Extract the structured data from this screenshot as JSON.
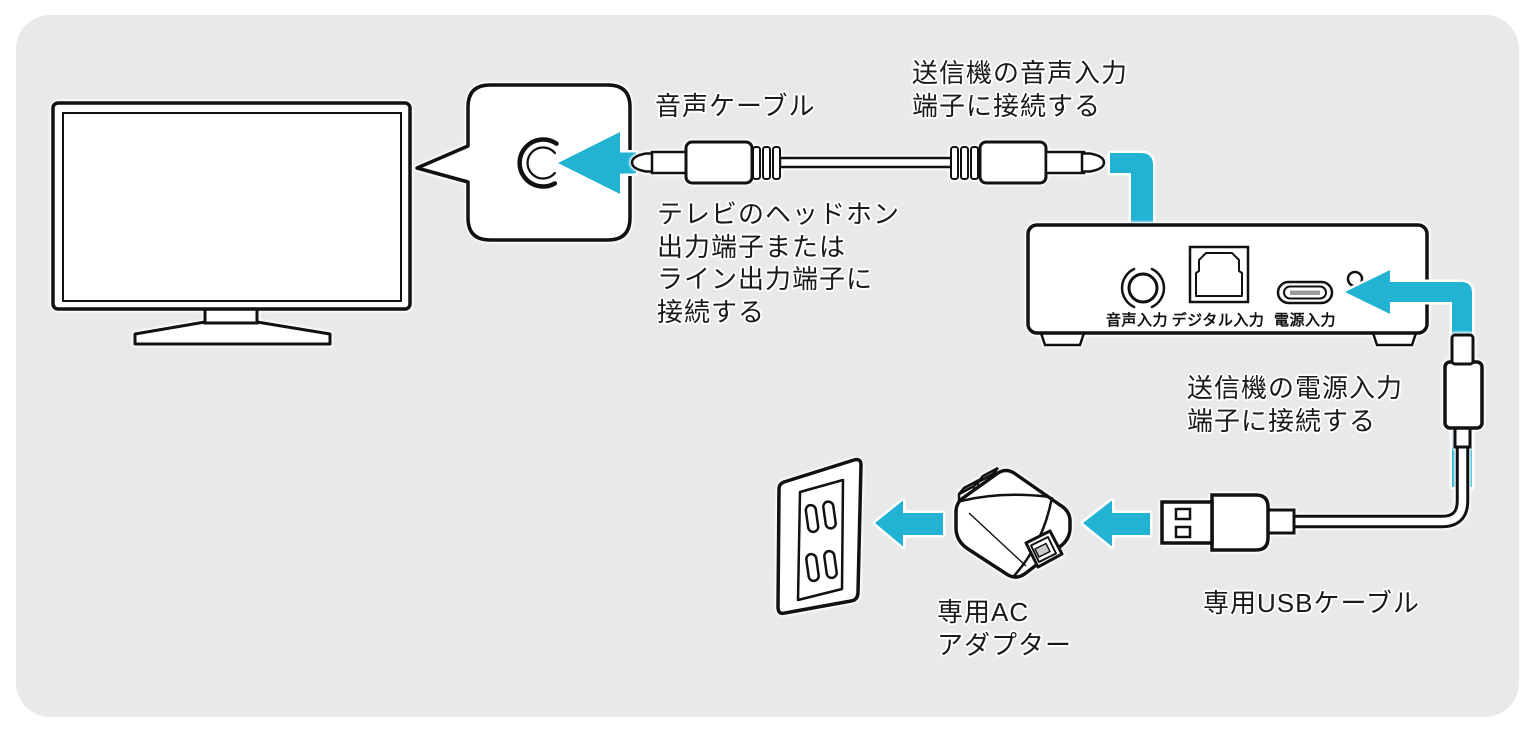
{
  "colors": {
    "accent": "#22b2d4",
    "panel_bg": "#e9e9e9",
    "line": "#111111"
  },
  "annotations": {
    "audio_cable_label": "音声ケーブル",
    "transmitter_audio_instruction": "送信機の音声入力\n端子に接続する",
    "tv_output_instruction": "テレビのヘッドホン\n出力端子または\nライン出力端子に\n接続する",
    "transmitter_power_instruction": "送信機の電源入力\n端子に接続する",
    "ac_adapter_label": "専用AC\nアダプター",
    "usb_cable_label": "専用USBケーブル"
  },
  "transmitter_ports": {
    "audio_in": "音声入力",
    "digital_in": "デジタル入力",
    "power_in": "電源入力"
  }
}
